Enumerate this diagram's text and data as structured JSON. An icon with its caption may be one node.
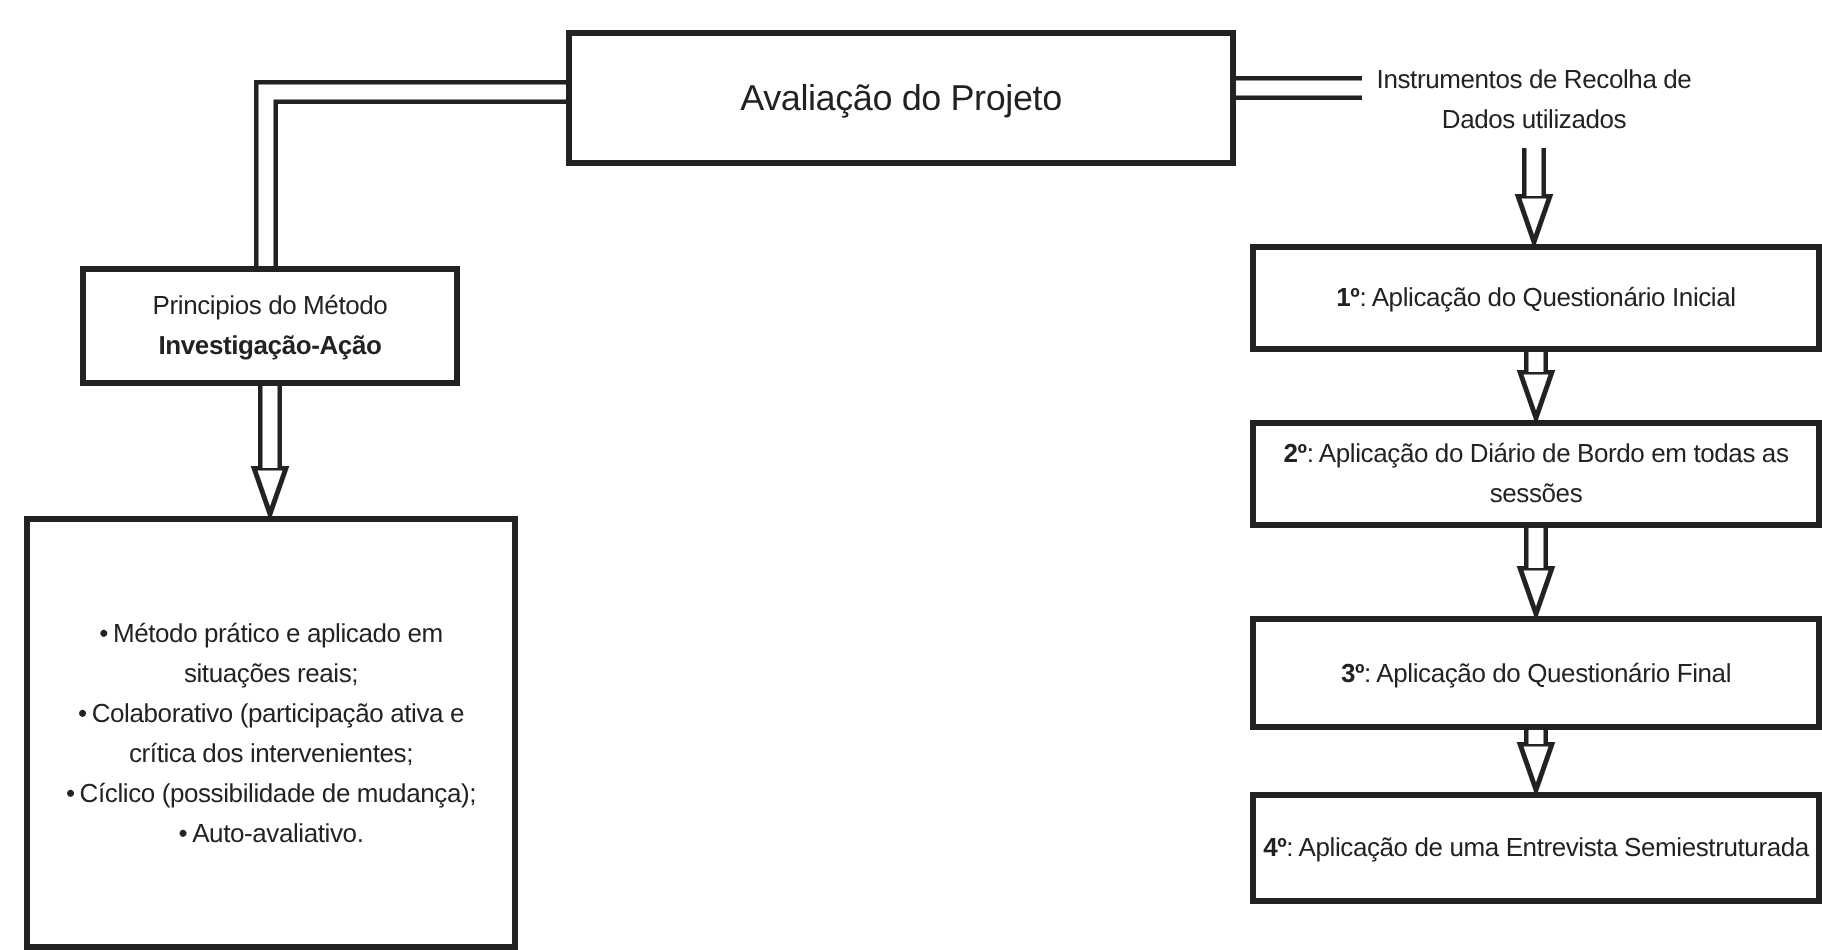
{
  "diagram": {
    "nodes": [
      {
        "text": [
          "Avaliação do Projeto"
        ]
      },
      {
        "text": [
          "Principios do Método **Investigação-Ação**"
        ]
      },
      {
        "text": [
          "•\tMétodo prático e aplicado em situações reais;",
          "•\tColaborativo (participação ativa e crítica dos intervenientes;",
          "•\tCíclico (possibilidade de mudança);",
          "•\tAuto-avaliativo."
        ]
      },
      {
        "text": [
          "Instrumentos de Recolha de Dados utilizados"
        ]
      },
      {
        "text": [
          "**1º**: Aplicação do Questionário Inicial"
        ]
      },
      {
        "text": [
          "**2º**: Aplicação do Diário de Bordo em todas as sessões"
        ]
      },
      {
        "text": [
          "**3º**: Aplicação do Questionário Final"
        ]
      },
      {
        "text": [
          "**4º**: Aplicação de uma Entrevista Semiestruturada"
        ]
      }
    ],
    "edges": [
      {
        "from": 0,
        "to": 1,
        "arrow": "none"
      },
      {
        "from": 0,
        "to": 3,
        "arrow": "none"
      },
      {
        "from": 1,
        "to": 2,
        "arrow": "to"
      },
      {
        "from": 3,
        "to": 4,
        "arrow": "to"
      },
      {
        "from": 4,
        "to": 5,
        "arrow": "to"
      },
      {
        "from": 5,
        "to": 6,
        "arrow": "to"
      },
      {
        "from": 6,
        "to": 7,
        "arrow": "to"
      }
    ]
  }
}
